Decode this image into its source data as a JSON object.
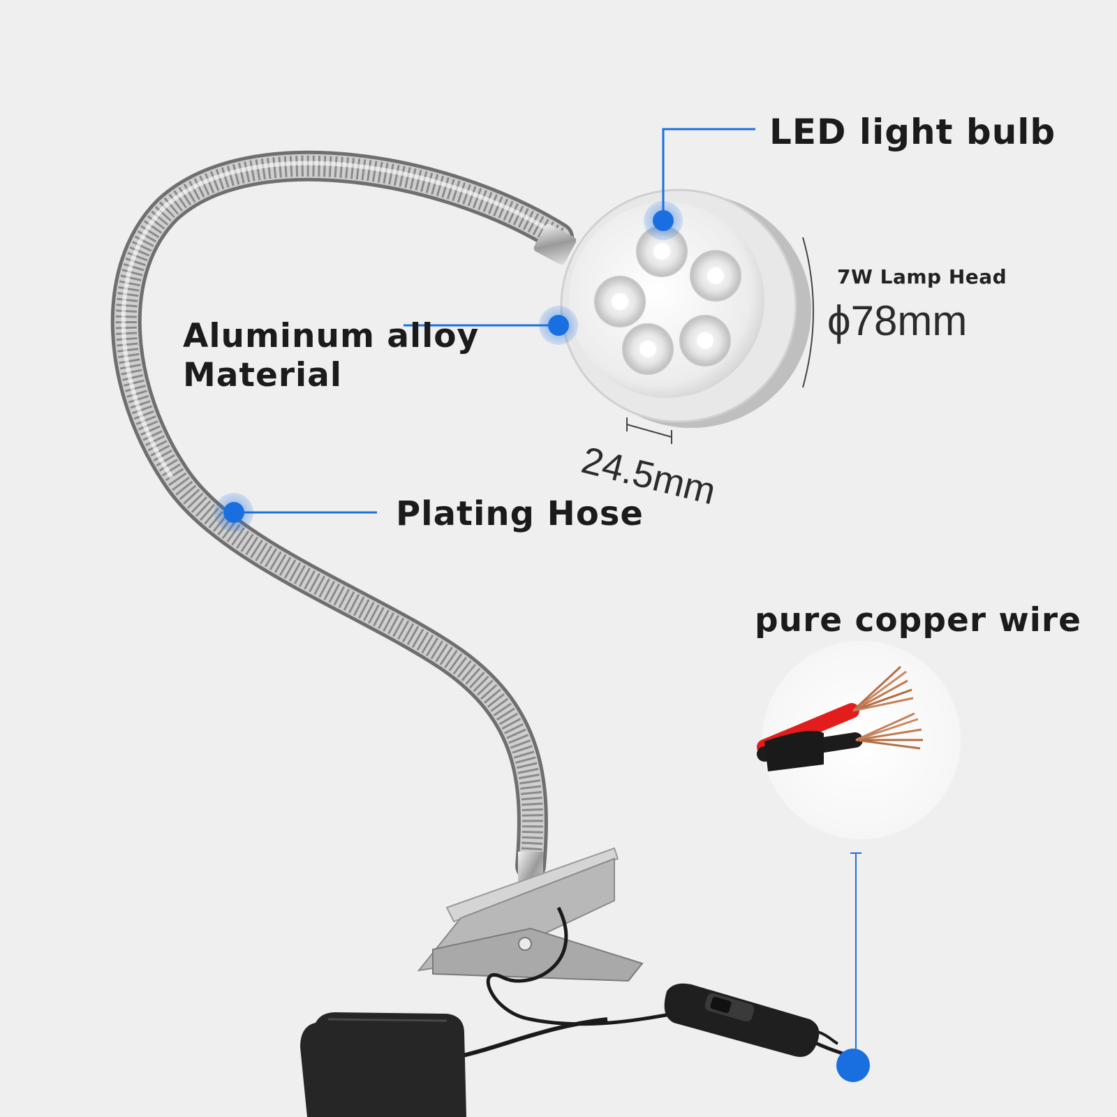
{
  "labels": {
    "led_light_bulb": "LED light bulb",
    "aluminum_line1": "Aluminum alloy",
    "aluminum_line2": "Material",
    "plating_hose": "Plating Hose",
    "pure_copper_wire": "pure copper wire",
    "lamp_head": "7W Lamp Head",
    "diameter": "ϕ78mm",
    "thickness": "24.5mm"
  },
  "colors": {
    "background": "#efefef",
    "callout_blue": "#1a6fe0",
    "text": "#1b1b1b"
  },
  "icons": {
    "callout_marker": "blue-dot-icon"
  }
}
